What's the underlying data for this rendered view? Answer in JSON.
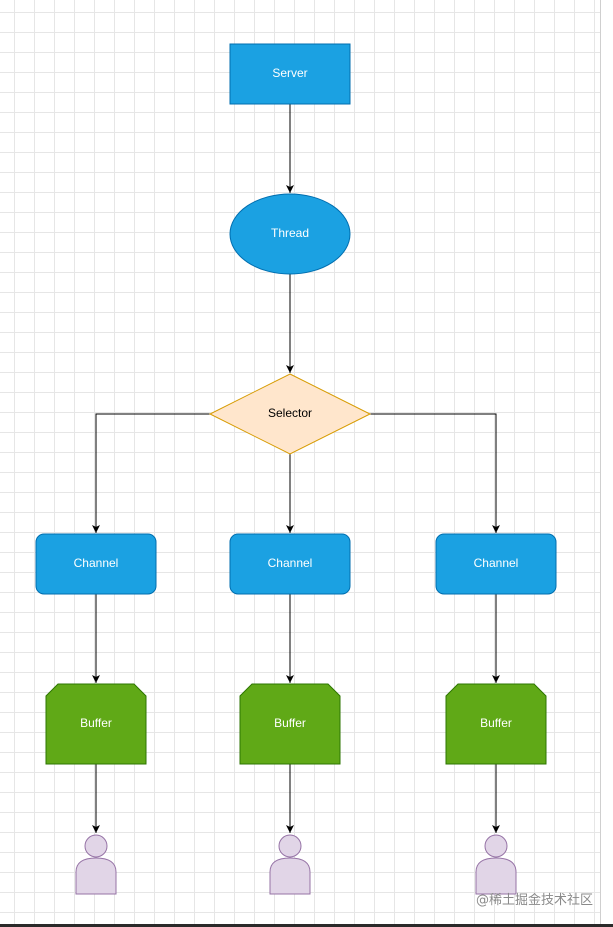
{
  "diagram": {
    "server": {
      "label": "Server"
    },
    "thread": {
      "label": "Thread"
    },
    "selector": {
      "label": "Selector"
    },
    "channels": [
      {
        "label": "Channel"
      },
      {
        "label": "Channel"
      },
      {
        "label": "Channel"
      }
    ],
    "buffers": [
      {
        "label": "Buffer"
      },
      {
        "label": "Buffer"
      },
      {
        "label": "Buffer"
      }
    ],
    "users": [
      {
        "icon": "user-icon"
      },
      {
        "icon": "user-icon"
      },
      {
        "icon": "user-icon"
      }
    ]
  },
  "colors": {
    "blue_fill": "#1ba1e2",
    "blue_stroke": "#006eaf",
    "selector_fill": "#ffe6cc",
    "selector_stroke": "#d79b00",
    "green_fill": "#60a917",
    "green_stroke": "#2d7600",
    "user_fill": "#e1d5e7",
    "user_stroke": "#9673a6"
  },
  "watermark": "@稀土掘金技术社区"
}
